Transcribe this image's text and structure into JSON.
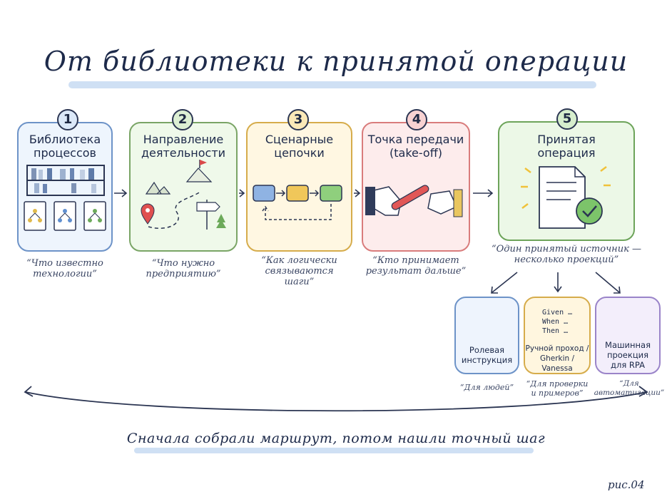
{
  "title": "От библиотеки к принятой операции",
  "steps": [
    {
      "number": "1",
      "title_line1": "Библиотека",
      "title_line2": "процессов",
      "quote_line1": "“Что известно",
      "quote_line2": "технологии”",
      "quote_line3": ""
    },
    {
      "number": "2",
      "title_line1": "Направление",
      "title_line2": "деятельности",
      "quote_line1": "“Что нужно",
      "quote_line2": "предприятию”",
      "quote_line3": ""
    },
    {
      "number": "3",
      "title_line1": "Сценарные",
      "title_line2": "цепочки",
      "quote_line1": "“Как логически",
      "quote_line2": "связываются",
      "quote_line3": "шаги”"
    },
    {
      "number": "4",
      "title_line1": "Точка передачи",
      "title_line2": "(take-off)",
      "quote_line1": "“Кто принимает",
      "quote_line2": "результат дальше”",
      "quote_line3": ""
    },
    {
      "number": "5",
      "title_line1": "Принятая",
      "title_line2": "операция",
      "quote_line1": "“Один принятый источник —",
      "quote_line2": "несколько проекций”",
      "quote_line3": ""
    }
  ],
  "projections": [
    {
      "label_line1": "Ролевая",
      "label_line2": "инструкция",
      "label_line3": "",
      "quote_line1": "“Для людей”",
      "quote_line2": ""
    },
    {
      "label_line1": "Ручной проход /",
      "label_line2": "Gherkin / Vanessa",
      "label_line3": "",
      "quote_line1": "“Для проверки",
      "quote_line2": "и примеров”"
    },
    {
      "label_line1": "Машинная",
      "label_line2": "проекция",
      "label_line3": "для RPA",
      "quote_line1": "“Для автоматизации”",
      "quote_line2": ""
    }
  ],
  "gherkin": {
    "given": "Given …",
    "when": "When …",
    "then": "Then …"
  },
  "bottom_caption": "Сначала собрали маршрут, потом нашли точный шаг",
  "figure_label": "рис.04",
  "colors": {
    "blue": "#6d93c8",
    "green": "#7aa566",
    "yellow": "#d6ac4b",
    "red": "#d97c7c",
    "purple": "#9a84c9",
    "ink": "#1d2a4a"
  }
}
